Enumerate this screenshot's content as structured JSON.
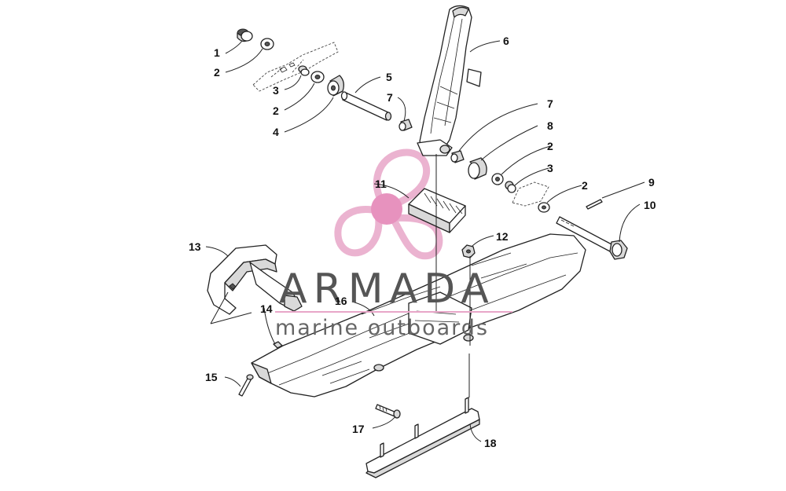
{
  "callouts": [
    {
      "id": "c1",
      "label": "1"
    },
    {
      "id": "c2a",
      "label": "2"
    },
    {
      "id": "c3a",
      "label": "3"
    },
    {
      "id": "c2b",
      "label": "2"
    },
    {
      "id": "c4",
      "label": "4"
    },
    {
      "id": "c5",
      "label": "5"
    },
    {
      "id": "c7a",
      "label": "7"
    },
    {
      "id": "c6",
      "label": "6"
    },
    {
      "id": "c7b",
      "label": "7"
    },
    {
      "id": "c8",
      "label": "8"
    },
    {
      "id": "c2c",
      "label": "2"
    },
    {
      "id": "c3b",
      "label": "3"
    },
    {
      "id": "c2d",
      "label": "2"
    },
    {
      "id": "c9",
      "label": "9"
    },
    {
      "id": "c10",
      "label": "10"
    },
    {
      "id": "c11",
      "label": "11"
    },
    {
      "id": "c12",
      "label": "12"
    },
    {
      "id": "c13",
      "label": "13"
    },
    {
      "id": "c14",
      "label": "14"
    },
    {
      "id": "c16",
      "label": "16"
    },
    {
      "id": "c15",
      "label": "15"
    },
    {
      "id": "c17",
      "label": "17"
    },
    {
      "id": "c18",
      "label": "18"
    }
  ],
  "watermark": {
    "title": "ARMADA",
    "subtitle": "marine outboards",
    "logo_color": "#e8a6c8",
    "logo_center_color": "#e37fb3"
  },
  "colors": {
    "line": "#222222",
    "part_fill": "#ffffff",
    "shade": "#d9d9d9"
  }
}
